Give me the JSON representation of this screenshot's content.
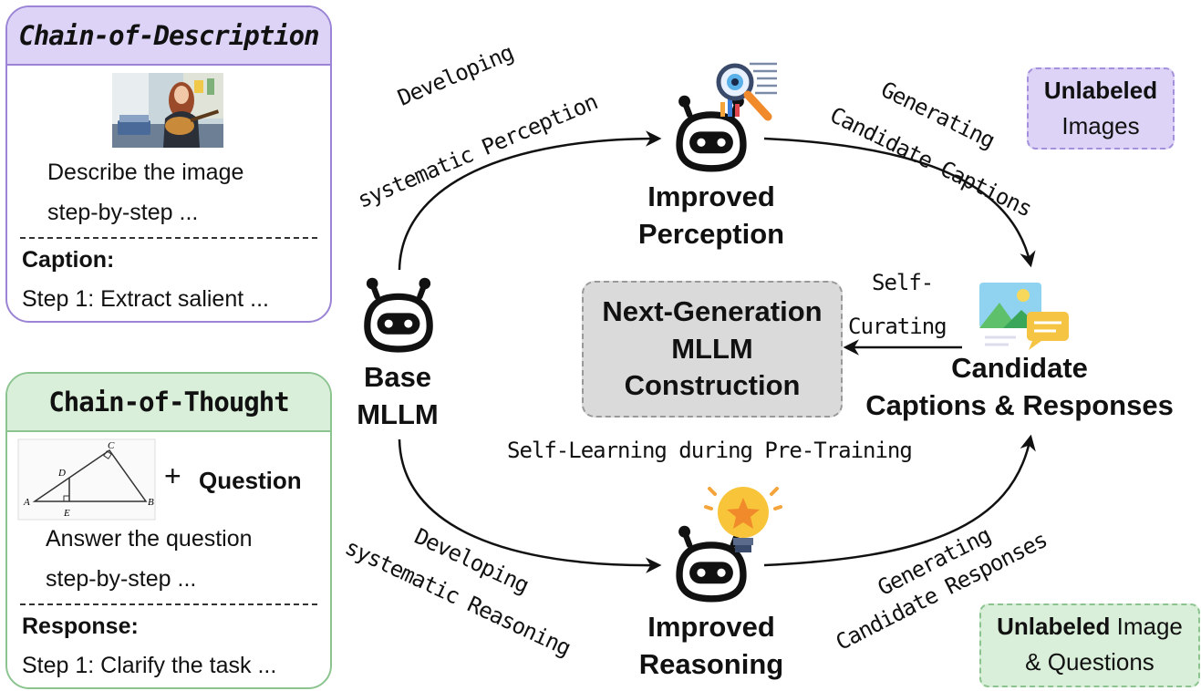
{
  "cod_card": {
    "title": "Chain-of-Description",
    "prompt_line1": "Describe the image",
    "prompt_line2": "step-by-step ...",
    "output_label": "Caption:",
    "output_line": "Step 1: Extract salient ..."
  },
  "cot_card": {
    "title": "Chain-of-Thought",
    "plus": "+",
    "question": "Question",
    "geometry_labels": [
      "C",
      "D",
      "A",
      "E",
      "B"
    ],
    "prompt_line1": "Answer the question",
    "prompt_line2": "step-by-step ...",
    "output_label": "Response:",
    "output_line": "Step 1: Clarify the task ..."
  },
  "nodes": {
    "base_line1": "Base",
    "base_line2": "MLLM",
    "perception_line1": "Improved",
    "perception_line2": "Perception",
    "reasoning_line1": "Improved",
    "reasoning_line2": "Reasoning",
    "candidate_line1": "Candidate",
    "candidate_line2": "Captions & Responses",
    "center_line1": "Next-Generation",
    "center_line2": "MLLM",
    "center_line3": "Construction"
  },
  "edges": {
    "dev_perception_1": "Developing",
    "dev_perception_2": "systematic Perception",
    "gen_captions_1": "Generating",
    "gen_captions_2": "Candidate Captions",
    "dev_reasoning_1": "Developing",
    "dev_reasoning_2": "systematic Reasoning",
    "gen_responses_1": "Generating",
    "gen_responses_2": "Candidate Responses",
    "self_curating_1": "Self-",
    "self_curating_2": "Curating",
    "self_learning": "Self-Learning during Pre-Training"
  },
  "tags": {
    "images_bold": "Unlabeled",
    "images_rest": "Images",
    "iq_bold": "Unlabeled",
    "iq_rest1": " Image",
    "iq_rest2": "& Questions"
  },
  "colors": {
    "purple_fill": "#dcd3f7",
    "purple_border": "#9b84d6",
    "green_fill": "#d9efd9",
    "green_border": "#8cc490",
    "center_fill": "#dadada"
  }
}
